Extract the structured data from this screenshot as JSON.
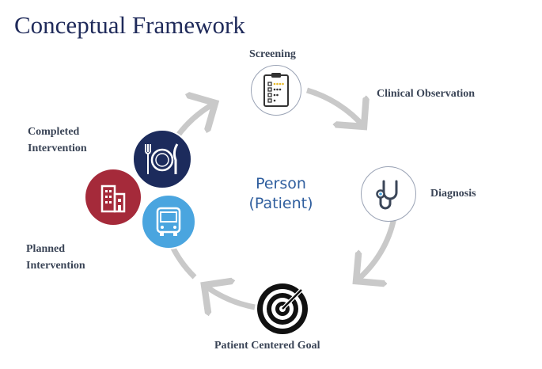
{
  "title": "Conceptual Framework",
  "center": {
    "line1": "Person",
    "line2": "(Patient)"
  },
  "stages": {
    "screening": "Screening",
    "clinical_observation": "Clinical Observation",
    "diagnosis": "Diagnosis",
    "patient_centered_goal": "Patient Centered Goal",
    "planned_intervention": {
      "line1": "Planned",
      "line2": "Intervention"
    },
    "completed_intervention": {
      "line1": "Completed",
      "line2": "Intervention"
    }
  },
  "icons": {
    "screening": "checklist-icon",
    "diagnosis": "stethoscope-icon",
    "goal": "target-icon",
    "dining": "plate-fork-knife-icon",
    "building": "building-icon",
    "transport": "bus-icon"
  },
  "colors": {
    "title": "#1f2a5a",
    "center_text": "#2f5e9e",
    "ring": "#c9c9c9",
    "dining_bg": "#1c2b5c",
    "building_bg": "#a52a3a",
    "transport_bg": "#4aa5df"
  }
}
